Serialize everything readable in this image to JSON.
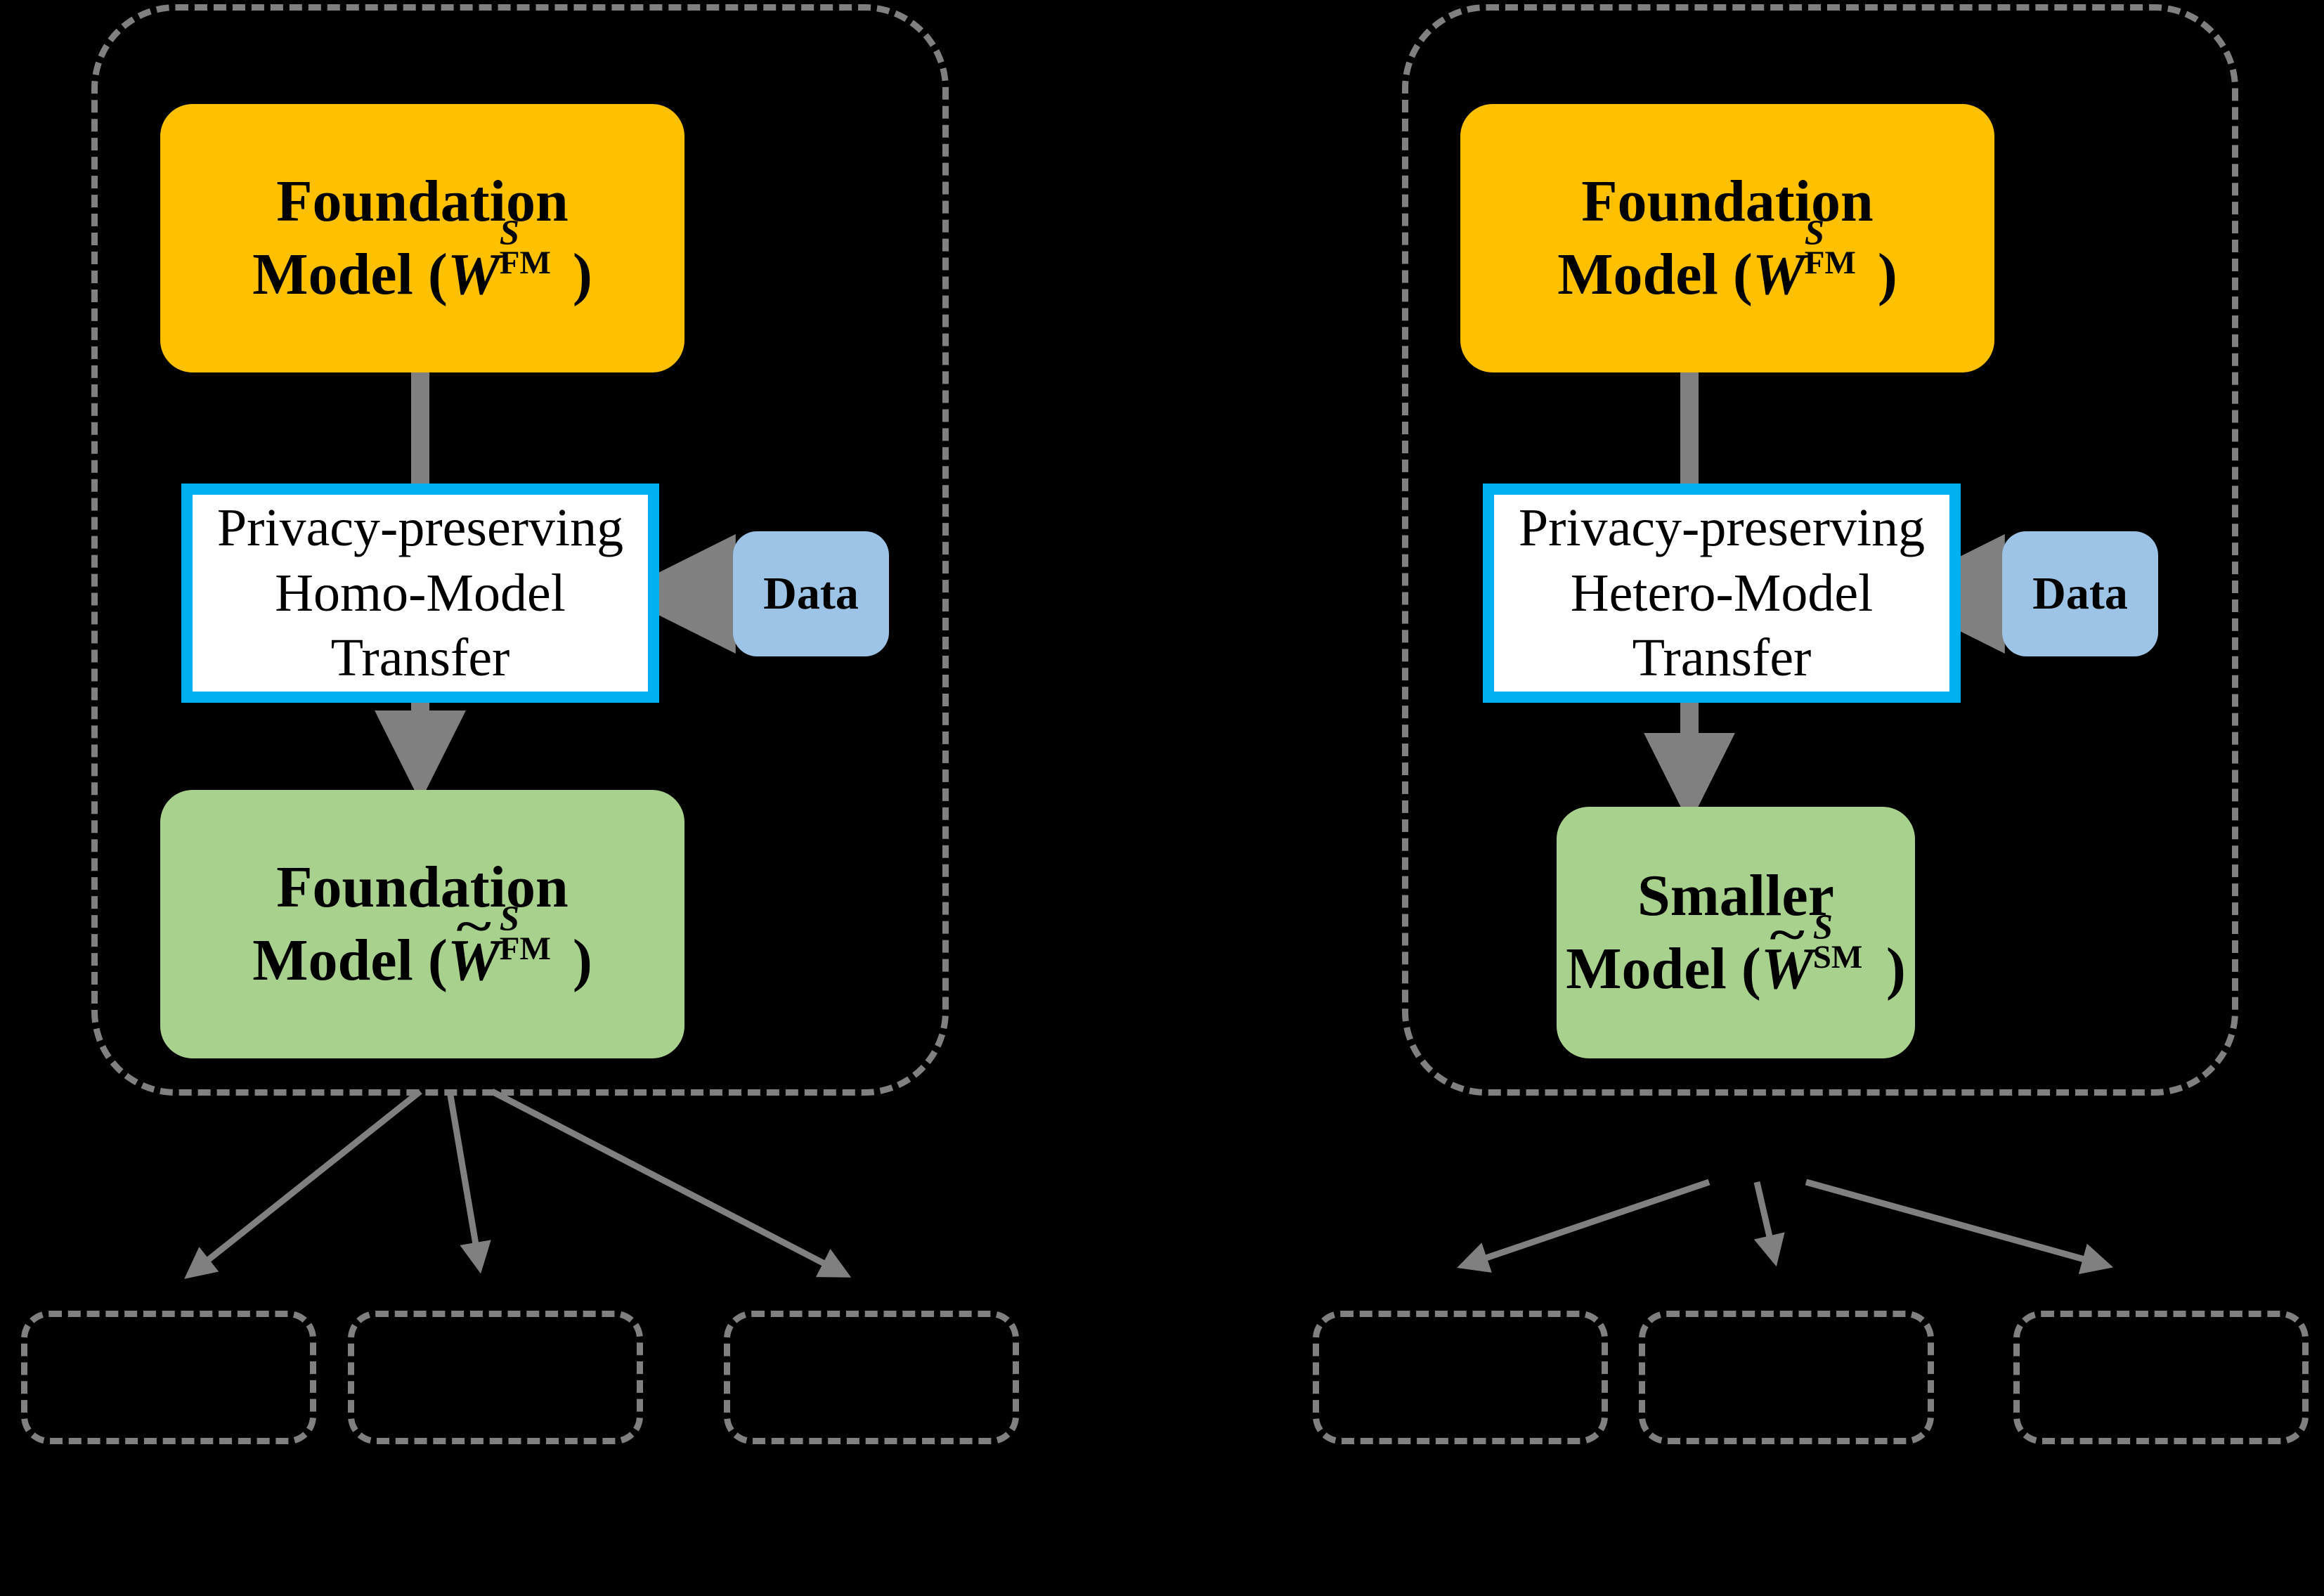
{
  "diagram": {
    "title": "",
    "colors": {
      "background": "#000000",
      "foundation_model_fill": "#FFC000",
      "derived_model_fill": "#A9D18E",
      "transfer_box_fill": "#FFFFFF",
      "transfer_box_border": "#00B0F0",
      "data_fill": "#9DC3E6",
      "arrow": "#808080",
      "dashed_border": "#808080"
    }
  },
  "panels": [
    {
      "id": "homo",
      "source_model": {
        "line1": "Foundation",
        "line2_prefix": "Model (",
        "symbol_base": "W",
        "symbol_sup": "S",
        "symbol_sub": "FM",
        "symbol_tilde": false,
        "line2_suffix": ")"
      },
      "transfer": {
        "line1": "Privacy-preserving",
        "line2": "Homo-Model",
        "line3": "Transfer"
      },
      "data": {
        "label": "Data"
      },
      "target_model": {
        "line1": "Foundation",
        "line2_prefix": "Model (",
        "symbol_base": "W",
        "symbol_sup": "S",
        "symbol_sub": "FM",
        "symbol_tilde": true,
        "line2_suffix": ")"
      },
      "downstream_slots": [
        "",
        "",
        ""
      ]
    },
    {
      "id": "hetero",
      "source_model": {
        "line1": "Foundation",
        "line2_prefix": "Model (",
        "symbol_base": "W",
        "symbol_sup": "S",
        "symbol_sub": "FM",
        "symbol_tilde": false,
        "line2_suffix": ")"
      },
      "transfer": {
        "line1": "Privacy-preserving",
        "line2": "Hetero-Model",
        "line3": "Transfer"
      },
      "data": {
        "label": "Data"
      },
      "target_model": {
        "line1": "Smaller",
        "line2_prefix": "Model (",
        "symbol_base": "W",
        "symbol_sup": "S",
        "symbol_sub": "SM",
        "symbol_tilde": true,
        "line2_suffix": ")"
      },
      "downstream_slots": [
        "",
        "",
        ""
      ]
    }
  ],
  "glyphs": {
    "tilde": "~"
  }
}
